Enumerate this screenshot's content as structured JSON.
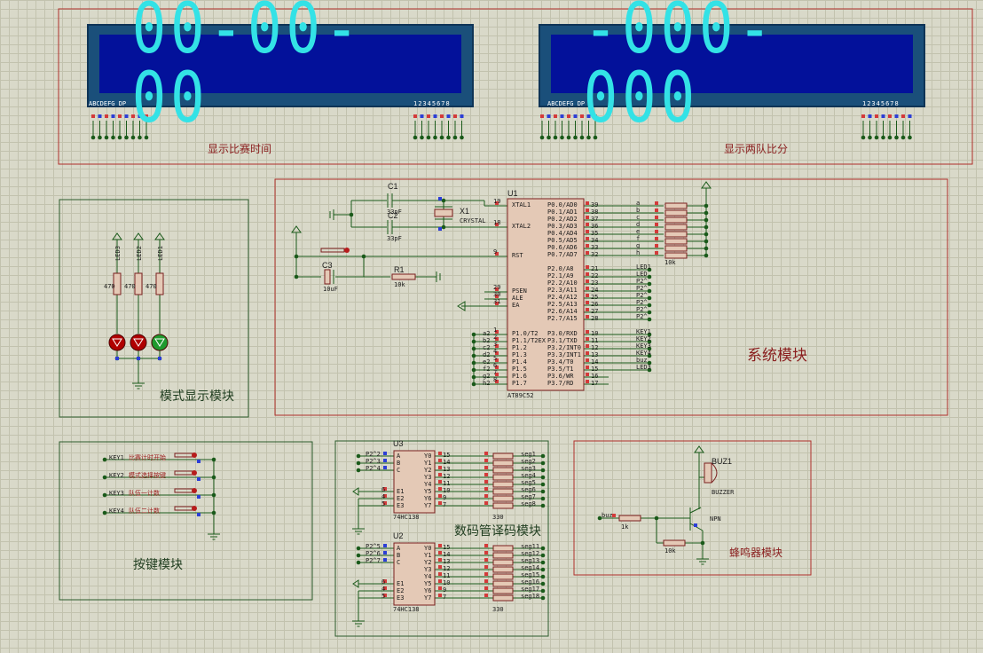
{
  "displays": {
    "time": {
      "digits": "00-00-00",
      "seg_label": "ABCDEFG DP",
      "com_label": "12345678",
      "title": "显示比赛时间"
    },
    "score": {
      "digits": "-000-000",
      "seg_label": "ABCDEFG DP",
      "com_label": "12345678",
      "title": "显示两队比分"
    }
  },
  "colors": {
    "display_bg": "#03119a",
    "segment": "#33e2e6",
    "wire": "#1a5a1a",
    "module_border": "#b0302a",
    "title": "#8a1e1e"
  },
  "mcu": {
    "ref": "U1",
    "part": "AT89C52",
    "left_pins": [
      {
        "num": "19",
        "name": "XTAL1"
      },
      {
        "num": "18",
        "name": "XTAL2"
      },
      {
        "num": "9",
        "name": "RST"
      },
      {
        "num": "29",
        "name": "PSEN"
      },
      {
        "num": "30",
        "name": "ALE"
      },
      {
        "num": "31",
        "name": "EA"
      },
      {
        "num": "1",
        "name": "P1.0/T2"
      },
      {
        "num": "2",
        "name": "P1.1/T2EX"
      },
      {
        "num": "3",
        "name": "P1.2"
      },
      {
        "num": "4",
        "name": "P1.3"
      },
      {
        "num": "5",
        "name": "P1.4"
      },
      {
        "num": "6",
        "name": "P1.5"
      },
      {
        "num": "7",
        "name": "P1.6"
      },
      {
        "num": "8",
        "name": "P1.7"
      }
    ],
    "p1_nets": [
      "a2",
      "b2",
      "c2",
      "d2",
      "e2",
      "f2",
      "g2",
      "h2"
    ],
    "right_p0": [
      {
        "num": "39",
        "name": "P0.0/AD0",
        "net": "a"
      },
      {
        "num": "38",
        "name": "P0.1/AD1",
        "net": "b"
      },
      {
        "num": "37",
        "name": "P0.2/AD2",
        "net": "c"
      },
      {
        "num": "36",
        "name": "P0.3/AD3",
        "net": "d"
      },
      {
        "num": "35",
        "name": "P0.4/AD4",
        "net": "e"
      },
      {
        "num": "34",
        "name": "P0.5/AD5",
        "net": "f"
      },
      {
        "num": "33",
        "name": "P0.6/AD6",
        "net": "g"
      },
      {
        "num": "32",
        "name": "P0.7/AD7",
        "net": "h"
      }
    ],
    "right_p2": [
      {
        "num": "21",
        "name": "P2.0/A8",
        "net": "LED1"
      },
      {
        "num": "22",
        "name": "P2.1/A9",
        "net": "LED"
      },
      {
        "num": "23",
        "name": "P2.2/A10",
        "net": "P2^"
      },
      {
        "num": "24",
        "name": "P2.3/A11",
        "net": "P2^"
      },
      {
        "num": "25",
        "name": "P2.4/A12",
        "net": "P2^"
      },
      {
        "num": "26",
        "name": "P2.5/A13",
        "net": "P2^"
      },
      {
        "num": "27",
        "name": "P2.6/A14",
        "net": "P2^"
      },
      {
        "num": "28",
        "name": "P2.7/A15",
        "net": "P2^"
      }
    ],
    "right_p3": [
      {
        "num": "10",
        "name": "P3.0/RXD",
        "net": "KEY1"
      },
      {
        "num": "11",
        "name": "P3.1/TXD",
        "net": "KEY2"
      },
      {
        "num": "12",
        "name": "P3.2/INT0",
        "net": "KEY3"
      },
      {
        "num": "13",
        "name": "P3.3/INT1",
        "net": "KEY4"
      },
      {
        "num": "14",
        "name": "P3.4/T0",
        "net": "buz"
      },
      {
        "num": "15",
        "name": "P3.5/T1",
        "net": "LED3"
      },
      {
        "num": "16",
        "name": "P3.6/WR",
        "net": ""
      },
      {
        "num": "17",
        "name": "P3.7/RD",
        "net": ""
      }
    ],
    "rpack_value": "10k"
  },
  "parts": {
    "c1": {
      "ref": "C1",
      "value": "33pF"
    },
    "c2": {
      "ref": "C2",
      "value": "33pF"
    },
    "x1": {
      "ref": "X1",
      "value": "CRYSTAL"
    },
    "c3": {
      "ref": "C3",
      "value": "10uF"
    },
    "r1": {
      "ref": "R1",
      "value": "10k"
    }
  },
  "leds": {
    "labels": [
      "LED3",
      "LED2",
      "LED1"
    ],
    "res_value": "470"
  },
  "keys": [
    {
      "net": "KEY1",
      "desc": "比赛计时开始"
    },
    {
      "net": "KEY2",
      "desc": "模式选择按键"
    },
    {
      "net": "KEY3",
      "desc": "队伍一计数"
    },
    {
      "net": "KEY4",
      "desc": "队伍二计数"
    }
  ],
  "decoders": [
    {
      "ref": "U3",
      "part": "74HC138",
      "inputs": [
        "P2^2",
        "P2^3",
        "P2^4"
      ],
      "outputs": [
        "seg1",
        "seg2",
        "seg3",
        "seg4",
        "seg5",
        "seg6",
        "seg7",
        "seg8"
      ],
      "rvalue": "330"
    },
    {
      "ref": "U2",
      "part": "74HC138",
      "inputs": [
        "P2^5",
        "P2^6",
        "P2^7"
      ],
      "outputs": [
        "seg11",
        "seg12",
        "seg13",
        "seg14",
        "seg15",
        "seg16",
        "seg17",
        "seg18"
      ],
      "rvalue": "330"
    }
  ],
  "decoder_in_pins": [
    "A",
    "B",
    "C"
  ],
  "decoder_en_pins": [
    "E1",
    "E2",
    "E3"
  ],
  "decoder_out_pins": [
    "Y0",
    "Y1",
    "Y2",
    "Y3",
    "Y4",
    "Y5",
    "Y6",
    "Y7"
  ],
  "decoder_out_nums": [
    "15",
    "14",
    "13",
    "12",
    "11",
    "10",
    "9",
    "7"
  ],
  "buzzer": {
    "ref": "BUZ1",
    "part": "BUZZER",
    "transistor": "NPN",
    "r_in": "1k",
    "r_be": "10k",
    "net": "buz"
  },
  "titles": {
    "time": "显示比赛时间",
    "score": "显示两队比分",
    "mode": "模式显示模块",
    "system": "系统模块",
    "keys": "按键模块",
    "decoder": "数码管译码模块",
    "buzzer": "蜂鸣器模块"
  }
}
